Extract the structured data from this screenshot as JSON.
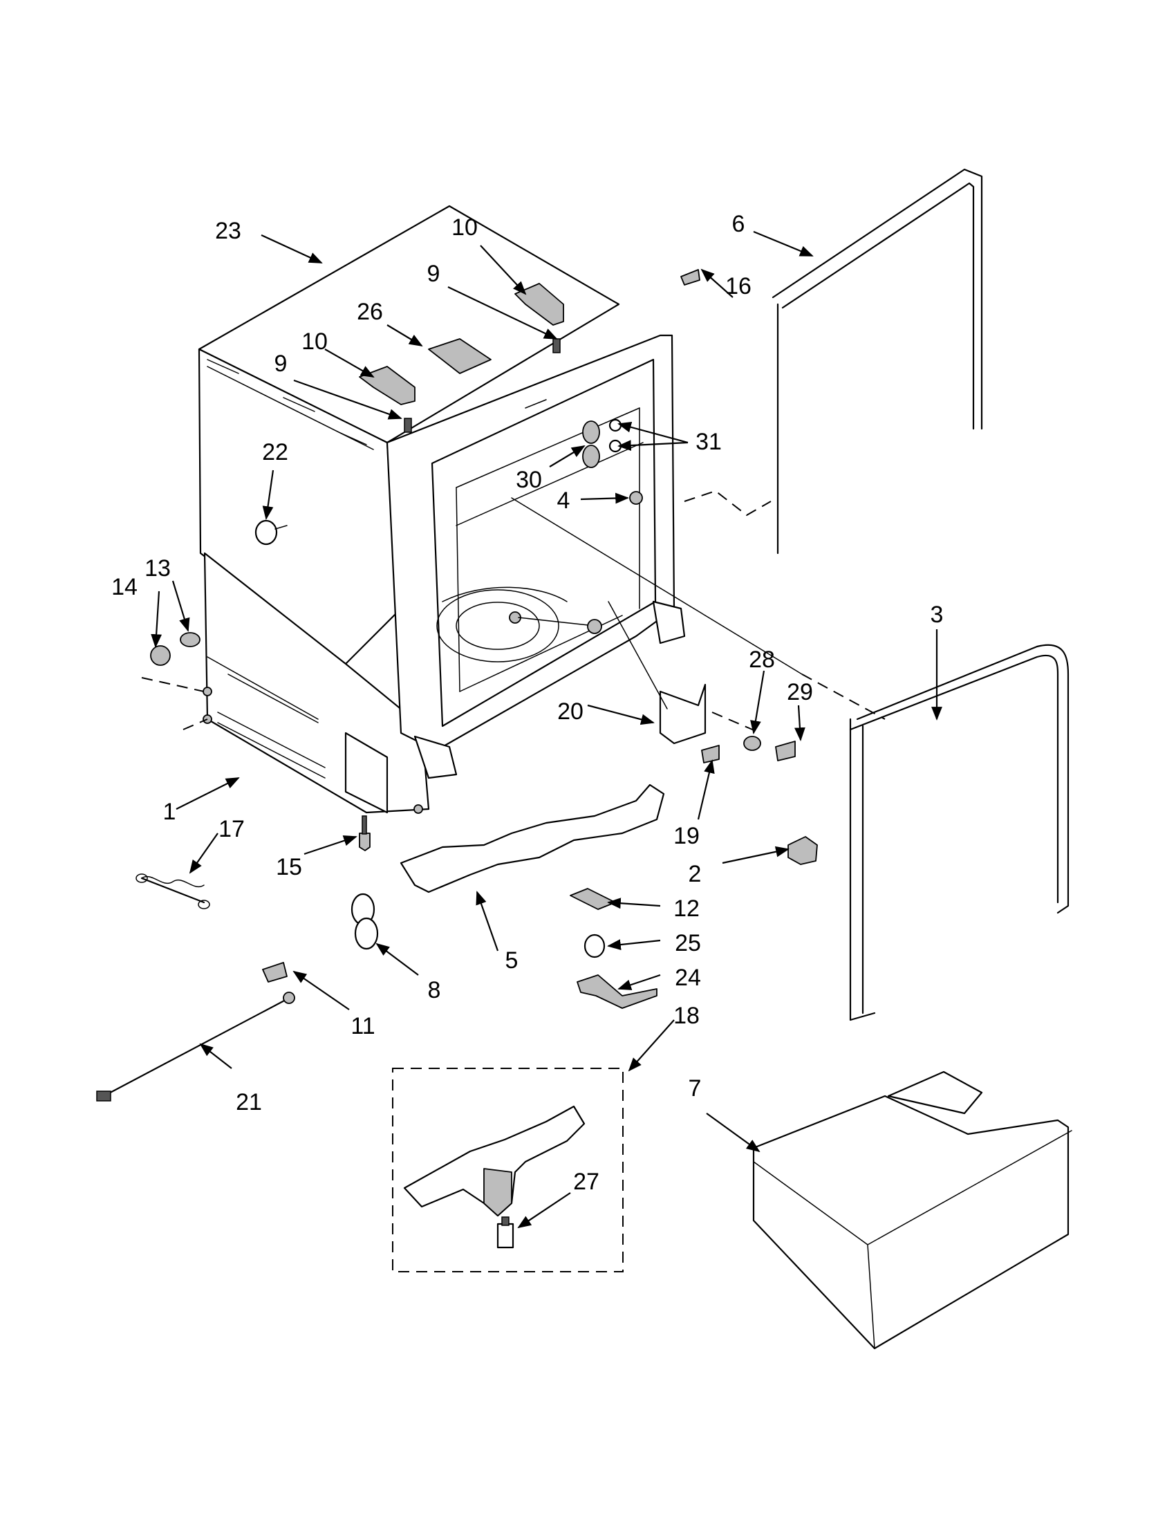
{
  "callouts": {
    "c1": "1",
    "c2": "2",
    "c3": "3",
    "c4": "4",
    "c5": "5",
    "c6": "6",
    "c7": "7",
    "c8": "8",
    "c9a": "9",
    "c9b": "9",
    "c10a": "10",
    "c10b": "10",
    "c11": "11",
    "c12": "12",
    "c13": "13",
    "c14": "14",
    "c15": "15",
    "c16": "16",
    "c17": "17",
    "c18": "18",
    "c19": "19",
    "c20": "20",
    "c21": "21",
    "c22": "22",
    "c23": "23",
    "c24": "24",
    "c25": "25",
    "c26": "26",
    "c27": "27",
    "c28": "28",
    "c29": "29",
    "c30": "30",
    "c31": "31"
  },
  "colors": {
    "line": "#000000",
    "shade": "#bdbdbd",
    "background": "#ffffff"
  }
}
